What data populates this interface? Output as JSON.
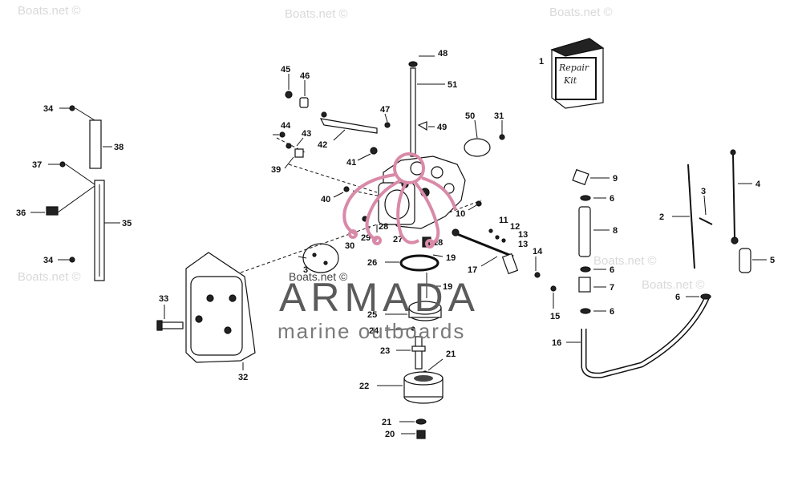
{
  "watermarks": [
    "Boats.net ©",
    "Boats.net ©",
    "Boats.net ©",
    "Boats.net ©",
    "Boats.net ©",
    "Boats.net ©"
  ],
  "logo": {
    "brand": "ARMADA",
    "tagline": "marine outboards",
    "source": "Boats.net ©",
    "accent": "#d98aa8",
    "text_color": "#5b5b5b"
  },
  "kit_box": {
    "line1": "Repair",
    "line2": "Kit"
  },
  "callouts": {
    "c1": "1",
    "c2": "2",
    "c3": "3",
    "c4": "4",
    "c5": "5",
    "c6a": "6",
    "c6b": "6",
    "c6c": "6",
    "c6d": "6",
    "c7": "7",
    "c8": "8",
    "c9": "9",
    "c10": "10",
    "c11": "11",
    "c12": "12",
    "c13a": "13",
    "c13b": "13",
    "c14": "14",
    "c15": "15",
    "c16": "16",
    "c17": "17",
    "c18": "18",
    "c19a": "19",
    "c19b": "19",
    "c20": "20",
    "c21a": "21",
    "c21b": "21",
    "c22": "22",
    "c23": "23",
    "c24": "24",
    "c25": "25",
    "c26": "26",
    "c27": "27",
    "c28": "28",
    "c29": "29",
    "c30": "30",
    "c31": "31",
    "c32": "32",
    "c33": "33",
    "c34a": "34",
    "c34b": "34",
    "c35": "35",
    "c36": "36",
    "c37": "37",
    "c38": "38",
    "c39": "39",
    "c40": "40",
    "c41": "41",
    "c42": "42",
    "c43": "43",
    "c44": "44",
    "c45": "45",
    "c46": "46",
    "c47": "47",
    "c48": "48",
    "c49": "49",
    "c50": "50",
    "c51": "51",
    "c3b": "3"
  }
}
